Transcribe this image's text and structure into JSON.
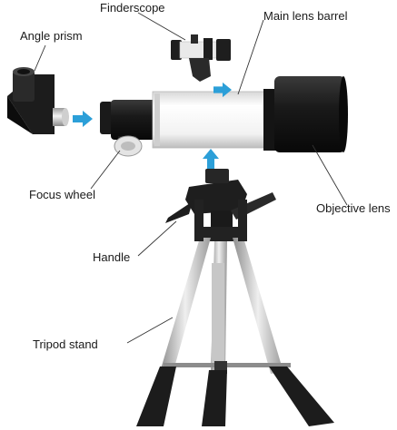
{
  "labels": {
    "angle_prism": "Angle prism",
    "finderscope": "Finderscope",
    "main_lens_barrel": "Main lens barrel",
    "focus_wheel": "Focus wheel",
    "objective_lens": "Objective lens",
    "handle": "Handle",
    "tripod_stand": "Tripod stand"
  },
  "colors": {
    "arrow": "#2c9fd8",
    "tube_white": "#f4f4f4",
    "tube_black": "#1e1e1e",
    "leader_line": "#333333"
  },
  "icons": [
    "arrow-right-icon",
    "arrow-up-icon"
  ]
}
